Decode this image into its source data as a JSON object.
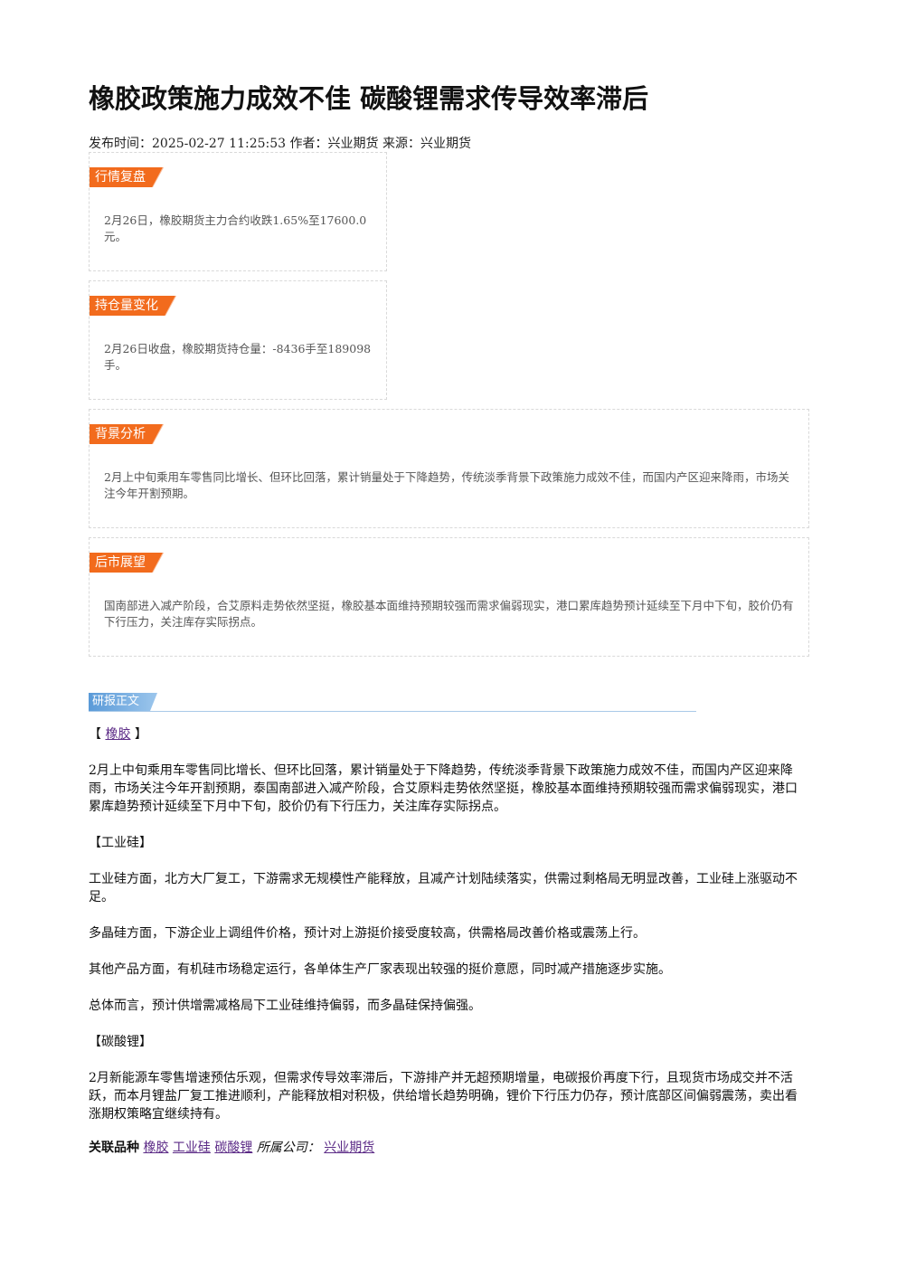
{
  "article": {
    "title": "橡胶政策施力成效不佳 碳酸锂需求传导效率滞后",
    "meta": "发布时间：2025-02-27 11:25:53 作者：兴业期货 来源：兴业期货"
  },
  "boxes": [
    {
      "label": "行情复盘",
      "text": "2月26日，橡胶期货主力合约收跌1.65%至17600.0元。"
    },
    {
      "label": "持仓量变化",
      "text": "2月26日收盘，橡胶期货持仓量：-8436手至189098手。"
    },
    {
      "label": "背景分析",
      "text": "2月上中旬乘用车零售同比增长、但环比回落，累计销量处于下降趋势，传统淡季背景下政策施力成效不佳，而国内产区迎来降雨，市场关注今年开割预期。"
    },
    {
      "label": "后市展望",
      "text": "国南部进入减产阶段，合艾原料走势依然坚挺，橡胶基本面维持预期较强而需求偏弱现实，港口累库趋势预计延续至下月中下旬，胶价仍有下行压力，关注库存实际拐点。"
    }
  ],
  "report": {
    "section_label": "研报正文",
    "rubber_heading_open": "【",
    "rubber_heading_link": "橡胶",
    "rubber_heading_close": "】",
    "rubber_text": "2月上中旬乘用车零售同比增长、但环比回落，累计销量处于下降趋势，传统淡季背景下政策施力成效不佳，而国内产区迎来降雨，市场关注今年开割预期，泰国南部进入减产阶段，合艾原料走势依然坚挺，橡胶基本面维持预期较强而需求偏弱现实，港口累库趋势预计延续至下月中下旬，胶价仍有下行压力，关注库存实际拐点。",
    "silicon_heading": "【工业硅】",
    "silicon_p1": "工业硅方面，北方大厂复工，下游需求无规模性产能释放，且减产计划陆续落实，供需过剩格局无明显改善，工业硅上涨驱动不足。",
    "silicon_p2": "多晶硅方面，下游企业上调组件价格，预计对上游挺价接受度较高，供需格局改善价格或震荡上行。",
    "silicon_p3": "其他产品方面，有机硅市场稳定运行，各单体生产厂家表现出较强的挺价意愿，同时减产措施逐步实施。",
    "silicon_p4": "总体而言，预计供增需减格局下工业硅维持偏弱，而多晶硅保持偏强。",
    "lithium_heading": "【碳酸锂】",
    "lithium_text": "2月新能源车零售增速预估乐观，但需求传导效率滞后，下游排产并无超预期增量，电碳报价再度下行，且现货市场成交并不活跃，而本月锂盐厂复工推进顺利，产能释放相对积极，供给增长趋势明确，锂价下行压力仍存，预计底部区间偏弱震荡，卖出看涨期权策略宜继续持有。"
  },
  "related": {
    "label": "关联品种",
    "items": [
      "橡胶",
      "工业硅",
      "碳酸锂"
    ],
    "company_label": "所属公司：",
    "company": "兴业期货"
  }
}
